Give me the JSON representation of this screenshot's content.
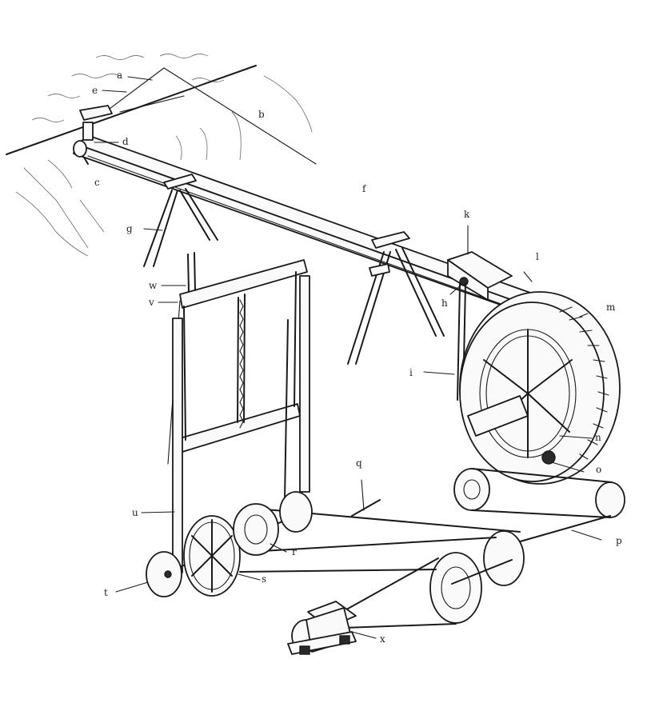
{
  "diagram": {
    "labels": [
      {
        "key": "a",
        "text": "a"
      },
      {
        "key": "b",
        "text": "b"
      },
      {
        "key": "c",
        "text": "c"
      },
      {
        "key": "d",
        "text": "d"
      },
      {
        "key": "e",
        "text": "e"
      },
      {
        "key": "f",
        "text": "f"
      },
      {
        "key": "g",
        "text": "g"
      },
      {
        "key": "h",
        "text": "h"
      },
      {
        "key": "i",
        "text": "i"
      },
      {
        "key": "k",
        "text": "k"
      },
      {
        "key": "l",
        "text": "l"
      },
      {
        "key": "m",
        "text": "m"
      },
      {
        "key": "n",
        "text": "n"
      },
      {
        "key": "o",
        "text": "o"
      },
      {
        "key": "p",
        "text": "p"
      },
      {
        "key": "q",
        "text": "q"
      },
      {
        "key": "r",
        "text": "r"
      },
      {
        "key": "s",
        "text": "s"
      },
      {
        "key": "t",
        "text": "t"
      },
      {
        "key": "u",
        "text": "u"
      },
      {
        "key": "v",
        "text": "v"
      },
      {
        "key": "w",
        "text": "w"
      },
      {
        "key": "x",
        "text": "x"
      }
    ]
  }
}
